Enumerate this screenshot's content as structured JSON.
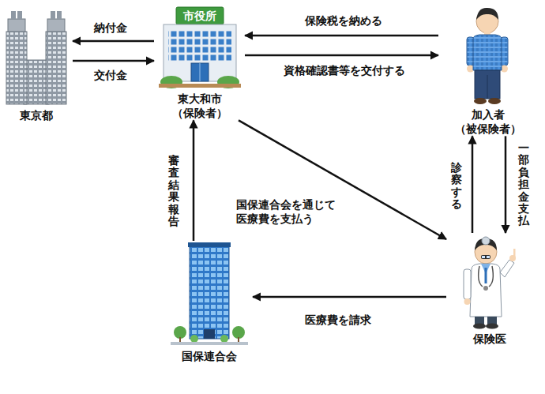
{
  "diagram": {
    "nodes": [
      {
        "text": [
          "東京都"
        ]
      },
      {
        "text": [
          "市役所",
          "東大和市 （保険者）"
        ]
      },
      {
        "text": [
          "加入者 （被保険者）"
        ]
      },
      {
        "text": [
          "保険医"
        ]
      },
      {
        "text": [
          "国保連合会"
        ]
      }
    ],
    "edges": [
      {
        "from": 1,
        "to": 0,
        "label": "納付金",
        "arrow": "to"
      },
      {
        "from": 0,
        "to": 1,
        "label": "交付金",
        "arrow": "to"
      },
      {
        "from": 2,
        "to": 1,
        "label": "保険税を納める",
        "arrow": "to"
      },
      {
        "from": 1,
        "to": 2,
        "label": "資格確認書等を交付する",
        "arrow": "to"
      },
      {
        "from": 1,
        "to": 3,
        "label": "国保連合会を通じて 医療費を支払う",
        "arrow": "to"
      },
      {
        "from": 3,
        "to": 2,
        "label": "診察する",
        "arrow": "to"
      },
      {
        "from": 2,
        "to": 3,
        "label": "一部負担金支払",
        "arrow": "to"
      },
      {
        "from": 3,
        "to": 4,
        "label": "医療費を請求",
        "arrow": "to"
      },
      {
        "from": 4,
        "to": 1,
        "label": "審査結果報告",
        "arrow": "to"
      }
    ]
  }
}
